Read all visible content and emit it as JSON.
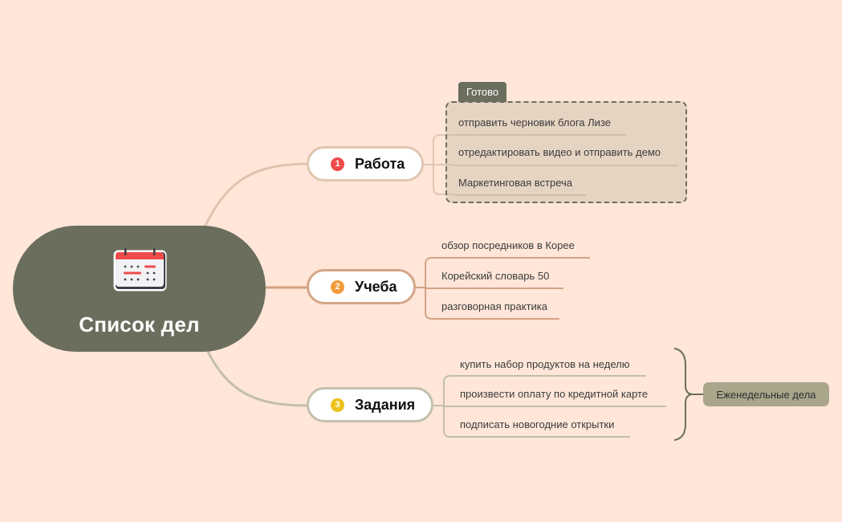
{
  "root": {
    "title": "Список дел",
    "icon": "calendar-icon"
  },
  "branches": [
    {
      "number": "1",
      "label": "Работа",
      "badge_color": "#f04a4a",
      "line_color": "#dfc3ae",
      "boundary": {
        "label": "Готово"
      },
      "items": [
        "отправить черновик блога Лизе",
        "отредактировать видео и отправить демо",
        "Маркетинговая встреча"
      ]
    },
    {
      "number": "2",
      "label": "Учеба",
      "badge_color": "#f39a3a",
      "line_color": "#d4a283",
      "items": [
        "обзор посредников в Корее",
        "Корейский словарь 50",
        "разговорная практика"
      ]
    },
    {
      "number": "3",
      "label": "Задания",
      "badge_color": "#ecc11a",
      "line_color": "#c2bfa9",
      "summary": {
        "label": "Еженедельные дела"
      },
      "items": [
        "купить набор продуктов на неделю",
        "произвести оплату по кредитной карте",
        "подписать новогодние открытки"
      ]
    }
  ],
  "colors": {
    "background": "#ffe6d8",
    "root_fill": "#6b6e5d",
    "boundary_border": "#6b6e5d",
    "summary_fill": "#a9a68c"
  }
}
